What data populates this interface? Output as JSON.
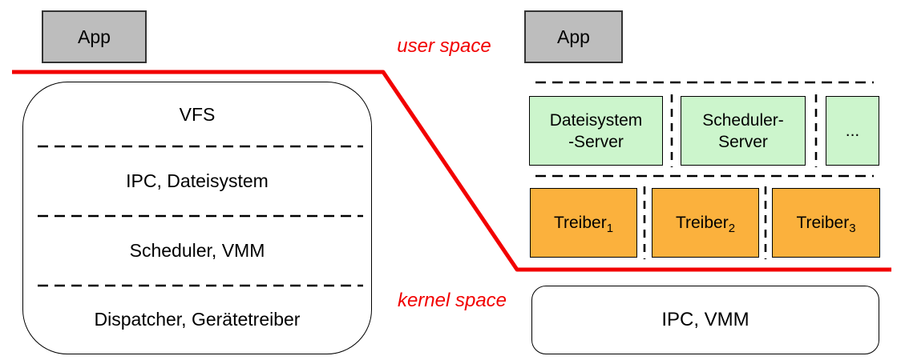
{
  "colors": {
    "boundary_red": "#f20000",
    "app_gray": "#bdbdbd",
    "server_green": "#ccf5cc",
    "driver_orange": "#fbb13d"
  },
  "boundary": {
    "user_space_label": "user space",
    "kernel_space_label": "kernel space"
  },
  "monolithic": {
    "app_label": "App",
    "layers": [
      "VFS",
      "IPC, Dateisystem",
      "Scheduler, VMM",
      "Dispatcher, Gerätetreiber"
    ]
  },
  "microkernel": {
    "app_label": "App",
    "servers": [
      {
        "line1": "Dateisystem",
        "line2": "-Server"
      },
      {
        "line1": "Scheduler-",
        "line2": "Server"
      },
      {
        "line1": "...",
        "line2": ""
      }
    ],
    "drivers": [
      {
        "base": "Treiber",
        "sub": "1"
      },
      {
        "base": "Treiber",
        "sub": "2"
      },
      {
        "base": "Treiber",
        "sub": "3"
      }
    ],
    "kernel_label": "IPC, VMM"
  }
}
